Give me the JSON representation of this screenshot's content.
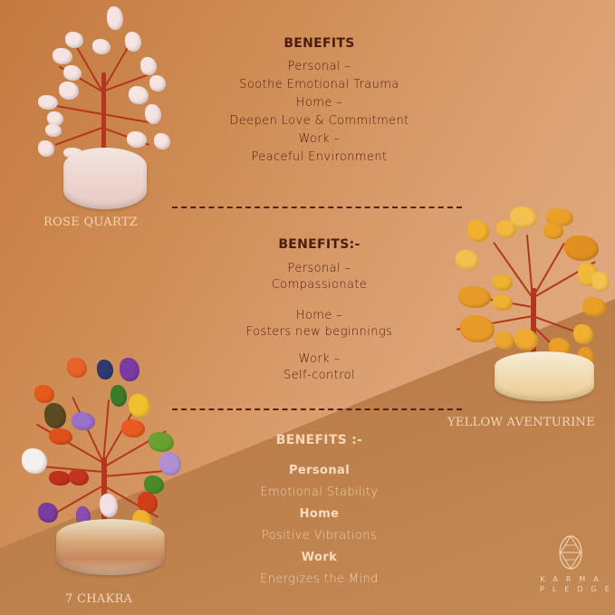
{
  "sections": [
    {
      "heading": "BENEFITS",
      "lines": [
        {
          "text": "Personal –",
          "kind": "label"
        },
        {
          "text": "Soothe Emotional Trauma",
          "kind": "value"
        },
        {
          "text": "Home –",
          "kind": "label"
        },
        {
          "text": "Deepen Love & Commitment",
          "kind": "value"
        },
        {
          "text": "Work –",
          "kind": "label"
        },
        {
          "text": "Peaceful Environment",
          "kind": "value"
        }
      ]
    },
    {
      "heading": "BENEFITS:-",
      "lines": [
        {
          "text": "Personal –",
          "kind": "label"
        },
        {
          "text": "Compassionate",
          "kind": "value"
        },
        {
          "text": "Home –",
          "kind": "label"
        },
        {
          "text": "Fosters new beginnings",
          "kind": "value"
        },
        {
          "text": "Work –",
          "kind": "label"
        },
        {
          "text": "Self-control",
          "kind": "value"
        }
      ]
    },
    {
      "heading": "BENEFITS :-",
      "lines": [
        {
          "text": "Personal",
          "kind": "label"
        },
        {
          "text": "Emotional Stability",
          "kind": "value"
        },
        {
          "text": "Home",
          "kind": "label"
        },
        {
          "text": "Positive Vibrations",
          "kind": "value"
        },
        {
          "text": "Work",
          "kind": "label"
        },
        {
          "text": "Energizes the Mind",
          "kind": "value"
        }
      ]
    }
  ],
  "products": [
    {
      "label": "ROSE QUARTZ",
      "stone_color": "#f6e2e0",
      "base_color": "#f3ddd8"
    },
    {
      "label": "YELLOW AVENTURINE",
      "stone_color": "#f0a830",
      "base_color": "#f4e6c8"
    },
    {
      "label": "7 CHAKRA",
      "stone_colors": [
        "#e85a20",
        "#2c3a7a",
        "#7a3ca0",
        "#3c7a2a",
        "#f0c030",
        "#6a5020",
        "#9a70c8",
        "#f4f0ee",
        "#c0301a",
        "#6aa030"
      ],
      "base_color": "#e8dcc8"
    }
  ],
  "brand": {
    "line1": "KARMA",
    "line2": "PLEDGE",
    "icon": "crystal-globe-icon"
  },
  "colors": {
    "dark_text": "#4a1d0e",
    "light_text": "#f4d6b8",
    "divider": "#5a1e0c",
    "wire": "#b4361e"
  }
}
